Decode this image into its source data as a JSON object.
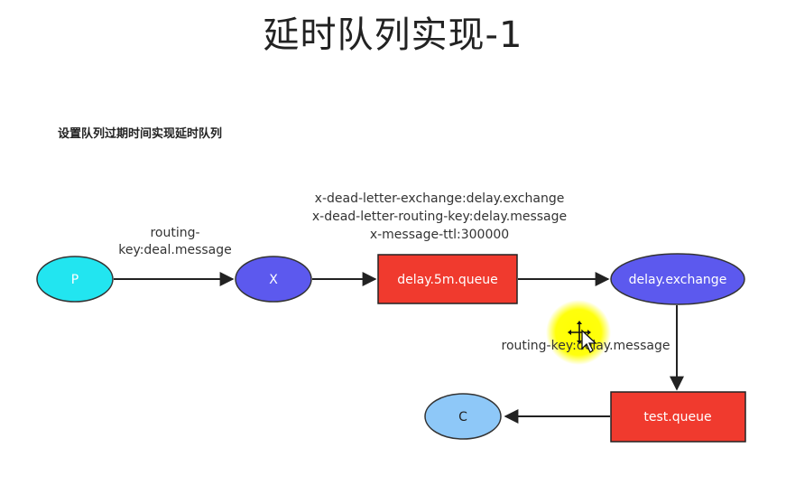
{
  "title": "延时队列实现-1",
  "subtitle": "设置队列过期时间实现延时队列",
  "nodes": {
    "producer": "P",
    "exchange_x": "X",
    "delay_queue": "delay.5m.queue",
    "delay_exchange": "delay.exchange",
    "test_queue": "test.queue",
    "consumer": "C"
  },
  "labels": {
    "routing_key_1_line1": "routing-",
    "routing_key_1_line2": "key:deal.message",
    "queue_args": [
      "x-dead-letter-exchange:delay.exchange",
      "x-dead-letter-routing-key:delay.message",
      "x-message-ttl:300000"
    ],
    "routing_key_2": "routing-key:delay.message"
  },
  "colors": {
    "producer": "#22e5f0",
    "exchange": "#5c59ee",
    "queue": "#f03a2e",
    "consumer": "#8ec8f8",
    "cursor_highlight": "#ffff00"
  }
}
